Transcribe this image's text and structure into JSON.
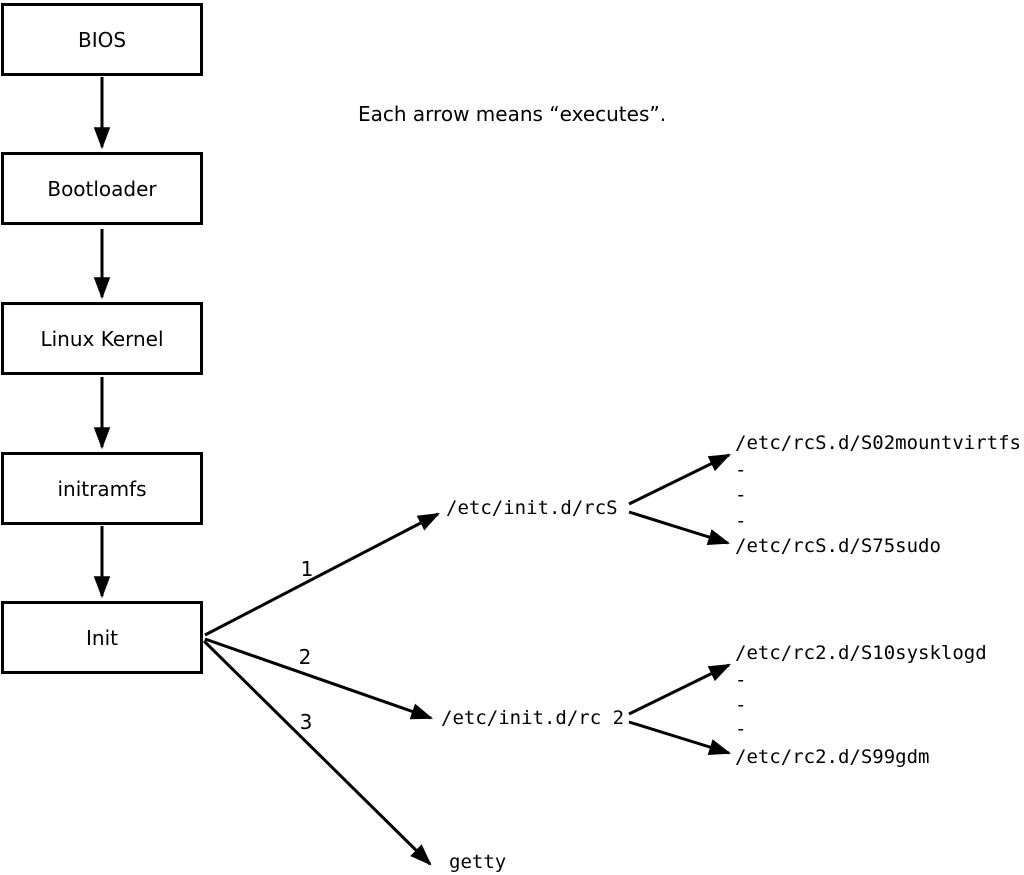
{
  "diagram": {
    "title_note": "Each arrow means “executes”.",
    "chain": [
      {
        "label": "BIOS"
      },
      {
        "label": "Bootloader"
      },
      {
        "label": "Linux Kernel"
      },
      {
        "label": "initramfs"
      },
      {
        "label": "Init"
      }
    ],
    "branches": [
      {
        "order": "1",
        "target": "/etc/init.d/rcS",
        "children": [
          "/etc/rcS.d/S02mountvirtfs",
          "-",
          "-",
          "-",
          "/etc/rcS.d/S75sudo"
        ]
      },
      {
        "order": "2",
        "target": "/etc/init.d/rc 2",
        "children": [
          "/etc/rc2.d/S10sysklogd",
          "-",
          "-",
          "-",
          "/etc/rc2.d/S99gdm"
        ]
      },
      {
        "order": "3",
        "target": "getty",
        "children": []
      }
    ],
    "colors": {
      "line": "#000000",
      "background": "#ffffff"
    }
  }
}
